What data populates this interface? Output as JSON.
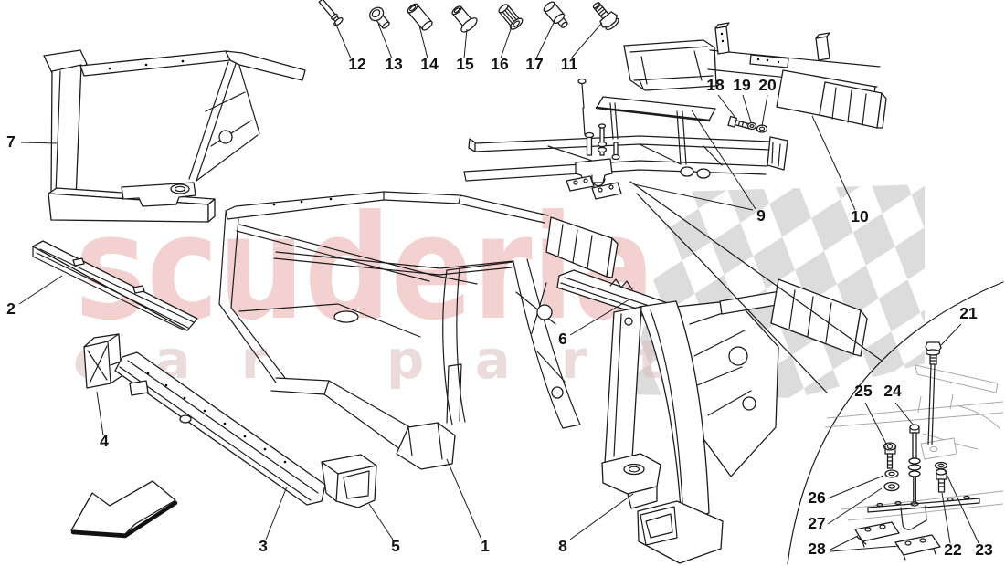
{
  "diagram": {
    "type": "exploded-parts-diagram",
    "callout_numbers": [
      "1",
      "2",
      "3",
      "4",
      "5",
      "6",
      "7",
      "8",
      "9",
      "10",
      "11",
      "12",
      "13",
      "14",
      "15",
      "16",
      "17",
      "18",
      "19",
      "20",
      "21",
      "22",
      "23",
      "24",
      "25",
      "26",
      "27",
      "28"
    ]
  },
  "labels": {
    "n1": "1",
    "n2": "2",
    "n3": "3",
    "n4": "4",
    "n5": "5",
    "n6": "6",
    "n7": "7",
    "n8": "8",
    "n9": "9",
    "n10": "10",
    "n11": "11",
    "n12": "12",
    "n13": "13",
    "n14": "14",
    "n15": "15",
    "n16": "16",
    "n17": "17",
    "n18": "18",
    "n19": "19",
    "n20": "20",
    "n21": "21",
    "n22": "22",
    "n23": "23",
    "n24": "24",
    "n25": "25",
    "n26": "26",
    "n27": "27",
    "n28": "28"
  },
  "watermark": {
    "line1": "scuderia",
    "line2": "car parts",
    "text_color": "#eaa4a4",
    "subtext_color": "#d9b9b9",
    "checker_color": "#dcdcdc"
  },
  "style": {
    "line_color": "#1c1c1c",
    "background": "#ffffff"
  }
}
